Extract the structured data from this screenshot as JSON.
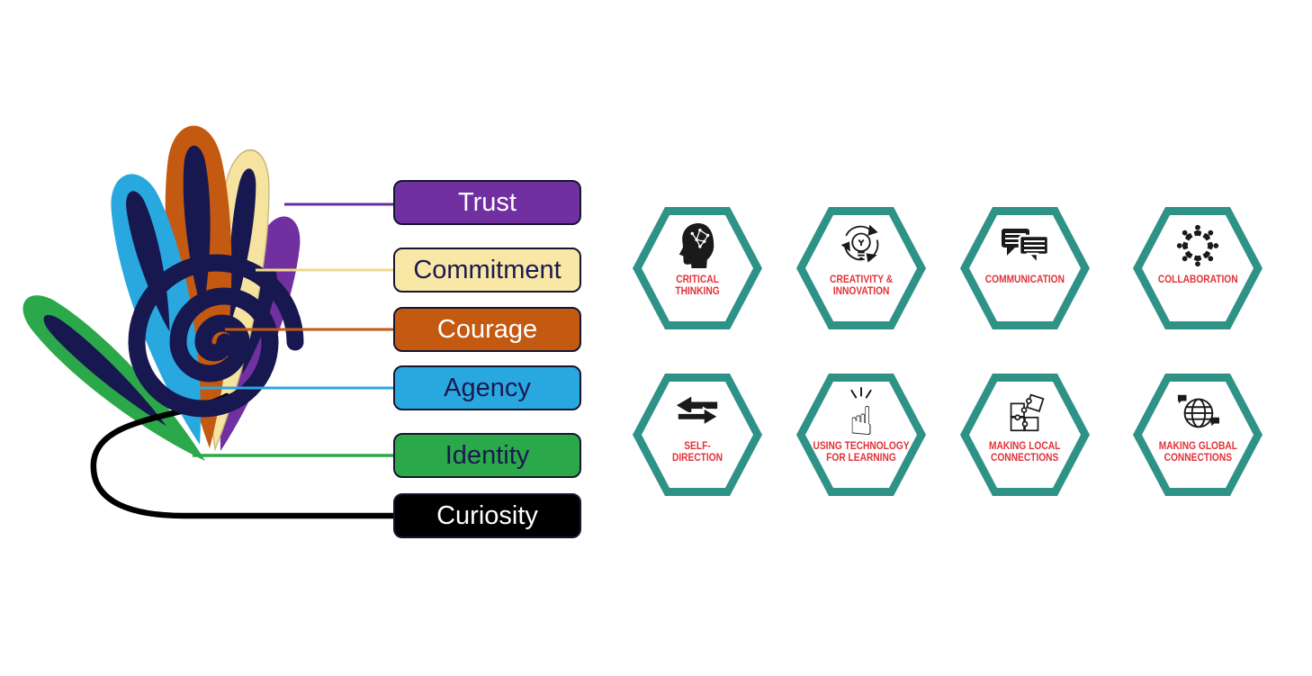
{
  "dispositions": {
    "box_border_color": "#161630",
    "items": [
      {
        "label": "Trust",
        "box_color": "#7030A0",
        "text_color": "#FFFFFF",
        "line_color": "#6A2C9E"
      },
      {
        "label": "Commitment",
        "box_color": "#F9E7A6",
        "text_color": "#1A1A50",
        "line_color": "#F0D98C"
      },
      {
        "label": "Courage",
        "box_color": "#C45A11",
        "text_color": "#FFFFFF",
        "line_color": "#C45A11"
      },
      {
        "label": "Agency",
        "box_color": "#29A8E0",
        "text_color": "#1A1A50",
        "line_color": "#29A8E0"
      },
      {
        "label": "Identity",
        "box_color": "#2BA84A",
        "text_color": "#1A1A50",
        "line_color": "#2BA84A"
      },
      {
        "label": "Curiosity",
        "box_color": "#000000",
        "text_color": "#FFFFFF",
        "line_color": "#000000"
      }
    ]
  },
  "flower": {
    "petal_colors": {
      "green": "#2BA84A",
      "blue": "#29A8E0",
      "orange": "#C45A11",
      "cream": "#F7E3A0",
      "purple": "#7030A0"
    },
    "inner_leaf_color": "#181850",
    "spiral_color": "#181850",
    "stem_color": "#000000",
    "cream_outline_color": "#C9B878"
  },
  "competencies": {
    "hex_border_color": "#2E9287",
    "hex_fill_color": "#FFFFFF",
    "label_color": "#E13238",
    "icon_color": "#1A1A1A",
    "items": [
      {
        "label": "CRITICAL THINKING",
        "label_lines": [
          "CRITICAL",
          "THINKING"
        ]
      },
      {
        "label": "CREATIVITY & INNOVATION",
        "label_lines": [
          "CREATIVITY &",
          "INNOVATION"
        ]
      },
      {
        "label": "COMMUNICATION",
        "label_lines": [
          "COMMUNICATION"
        ]
      },
      {
        "label": "COLLABORATION",
        "label_lines": [
          "COLLABORATION"
        ]
      },
      {
        "label": "SELF-DIRECTION",
        "label_lines": [
          "SELF-",
          "DIRECTION"
        ]
      },
      {
        "label": "USING TECHNOLOGY FOR LEARNING",
        "label_lines": [
          "USING TECHNOLOGY",
          "FOR LEARNING"
        ]
      },
      {
        "label": "MAKING LOCAL CONNECTIONS",
        "label_lines": [
          "MAKING LOCAL",
          "CONNECTIONS"
        ]
      },
      {
        "label": "MAKING GLOBAL CONNECTIONS",
        "label_lines": [
          "MAKING GLOBAL",
          "CONNECTIONS"
        ]
      }
    ]
  }
}
